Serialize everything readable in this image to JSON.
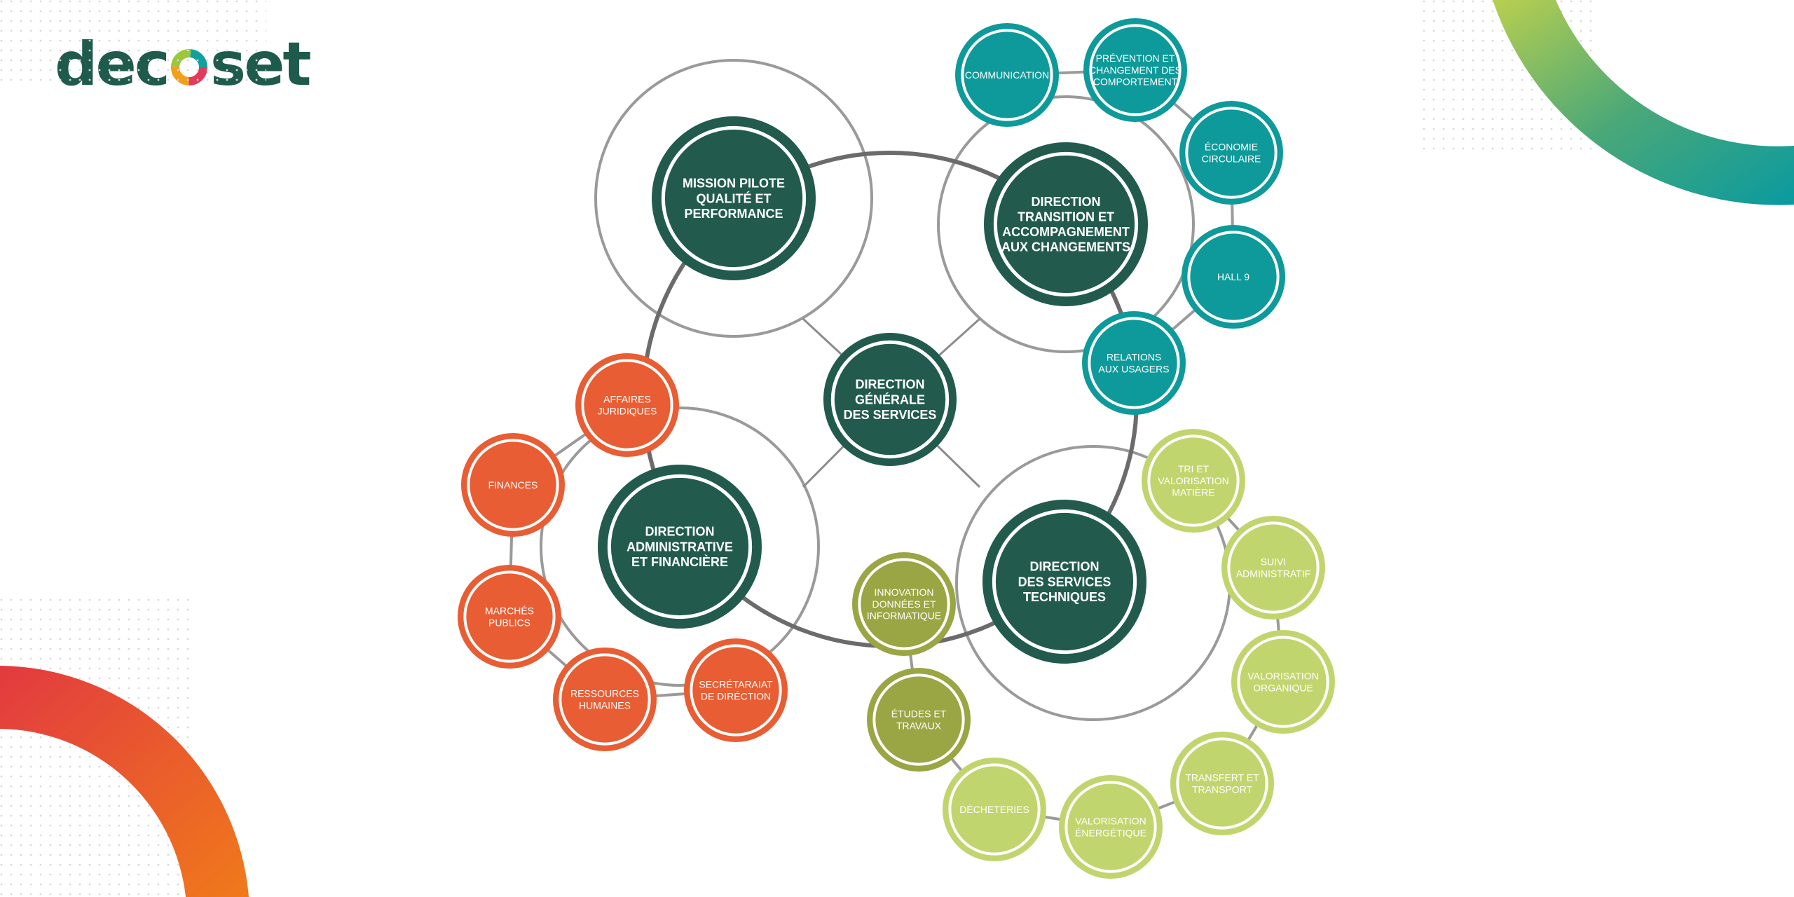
{
  "logo": {
    "text_left": "dec",
    "text_right": "set"
  },
  "colors": {
    "dark_green": "#225b4e",
    "teal": "#0e9a9a",
    "orange": "#e85d33",
    "olive": "#9aa544",
    "light_green": "#c1d56e",
    "line_gray": "#8c8c8c",
    "line_dark": "#6b6b6b"
  },
  "center": {
    "label": [
      "DIRECTION",
      "GÉNÉRALE",
      "DES SERVICES"
    ]
  },
  "directions": [
    {
      "id": "mission",
      "label": [
        "MISSION PILOTE",
        "QUALITÉ ET",
        "PERFORMANCE"
      ]
    },
    {
      "id": "transition",
      "label": [
        "DIRECTION",
        "TRANSITION ET",
        "ACCOMPAGNEMENT",
        "AUX CHANGEMENTS"
      ]
    },
    {
      "id": "admin",
      "label": [
        "DIRECTION",
        "ADMINISTRATIVE",
        "ET FINANCIÈRE"
      ]
    },
    {
      "id": "techniques",
      "label": [
        "DIRECTION",
        "DES SERVICES",
        "TECHNIQUES"
      ]
    }
  ],
  "services": {
    "transition": [
      {
        "label": [
          "COMMUNICATION"
        ]
      },
      {
        "label": [
          "PRÉVENTION ET",
          "CHANGEMENT DES",
          "COMPORTEMENT"
        ]
      },
      {
        "label": [
          "ÉCONOMIE",
          "CIRCULAIRE"
        ]
      },
      {
        "label": [
          "HALL 9"
        ]
      },
      {
        "label": [
          "RELATIONS",
          "AUX USAGERS"
        ]
      }
    ],
    "admin": [
      {
        "label": [
          "AFFAIRES",
          "JURIDIQUES"
        ]
      },
      {
        "label": [
          "FINANCES"
        ]
      },
      {
        "label": [
          "MARCHÉS",
          "PUBLICS"
        ]
      },
      {
        "label": [
          "RESSOURCES",
          "HUMAINES"
        ]
      },
      {
        "label": [
          "SECRÉTARAIAT",
          "DE DIRÉCTION"
        ]
      }
    ],
    "techniques": [
      {
        "label": [
          "INNOVATION",
          "DONNÉES ET",
          "INFORMATIQUE"
        ]
      },
      {
        "label": [
          "ÉTUDES ET",
          "TRAVAUX"
        ]
      },
      {
        "label": [
          "DÉCHETERIES"
        ]
      },
      {
        "label": [
          "VALORISATION",
          "ÉNERGÉTIQUE"
        ]
      },
      {
        "label": [
          "TRANSFERT ET",
          "TRANSPORT"
        ]
      },
      {
        "label": [
          "VALORISATION",
          "ORGANIQUE"
        ]
      },
      {
        "label": [
          "SUIVI",
          "ADMINISTRATIF"
        ]
      },
      {
        "label": [
          "TRI ET",
          "VALORISATION",
          "MATIÈRE"
        ]
      }
    ]
  }
}
